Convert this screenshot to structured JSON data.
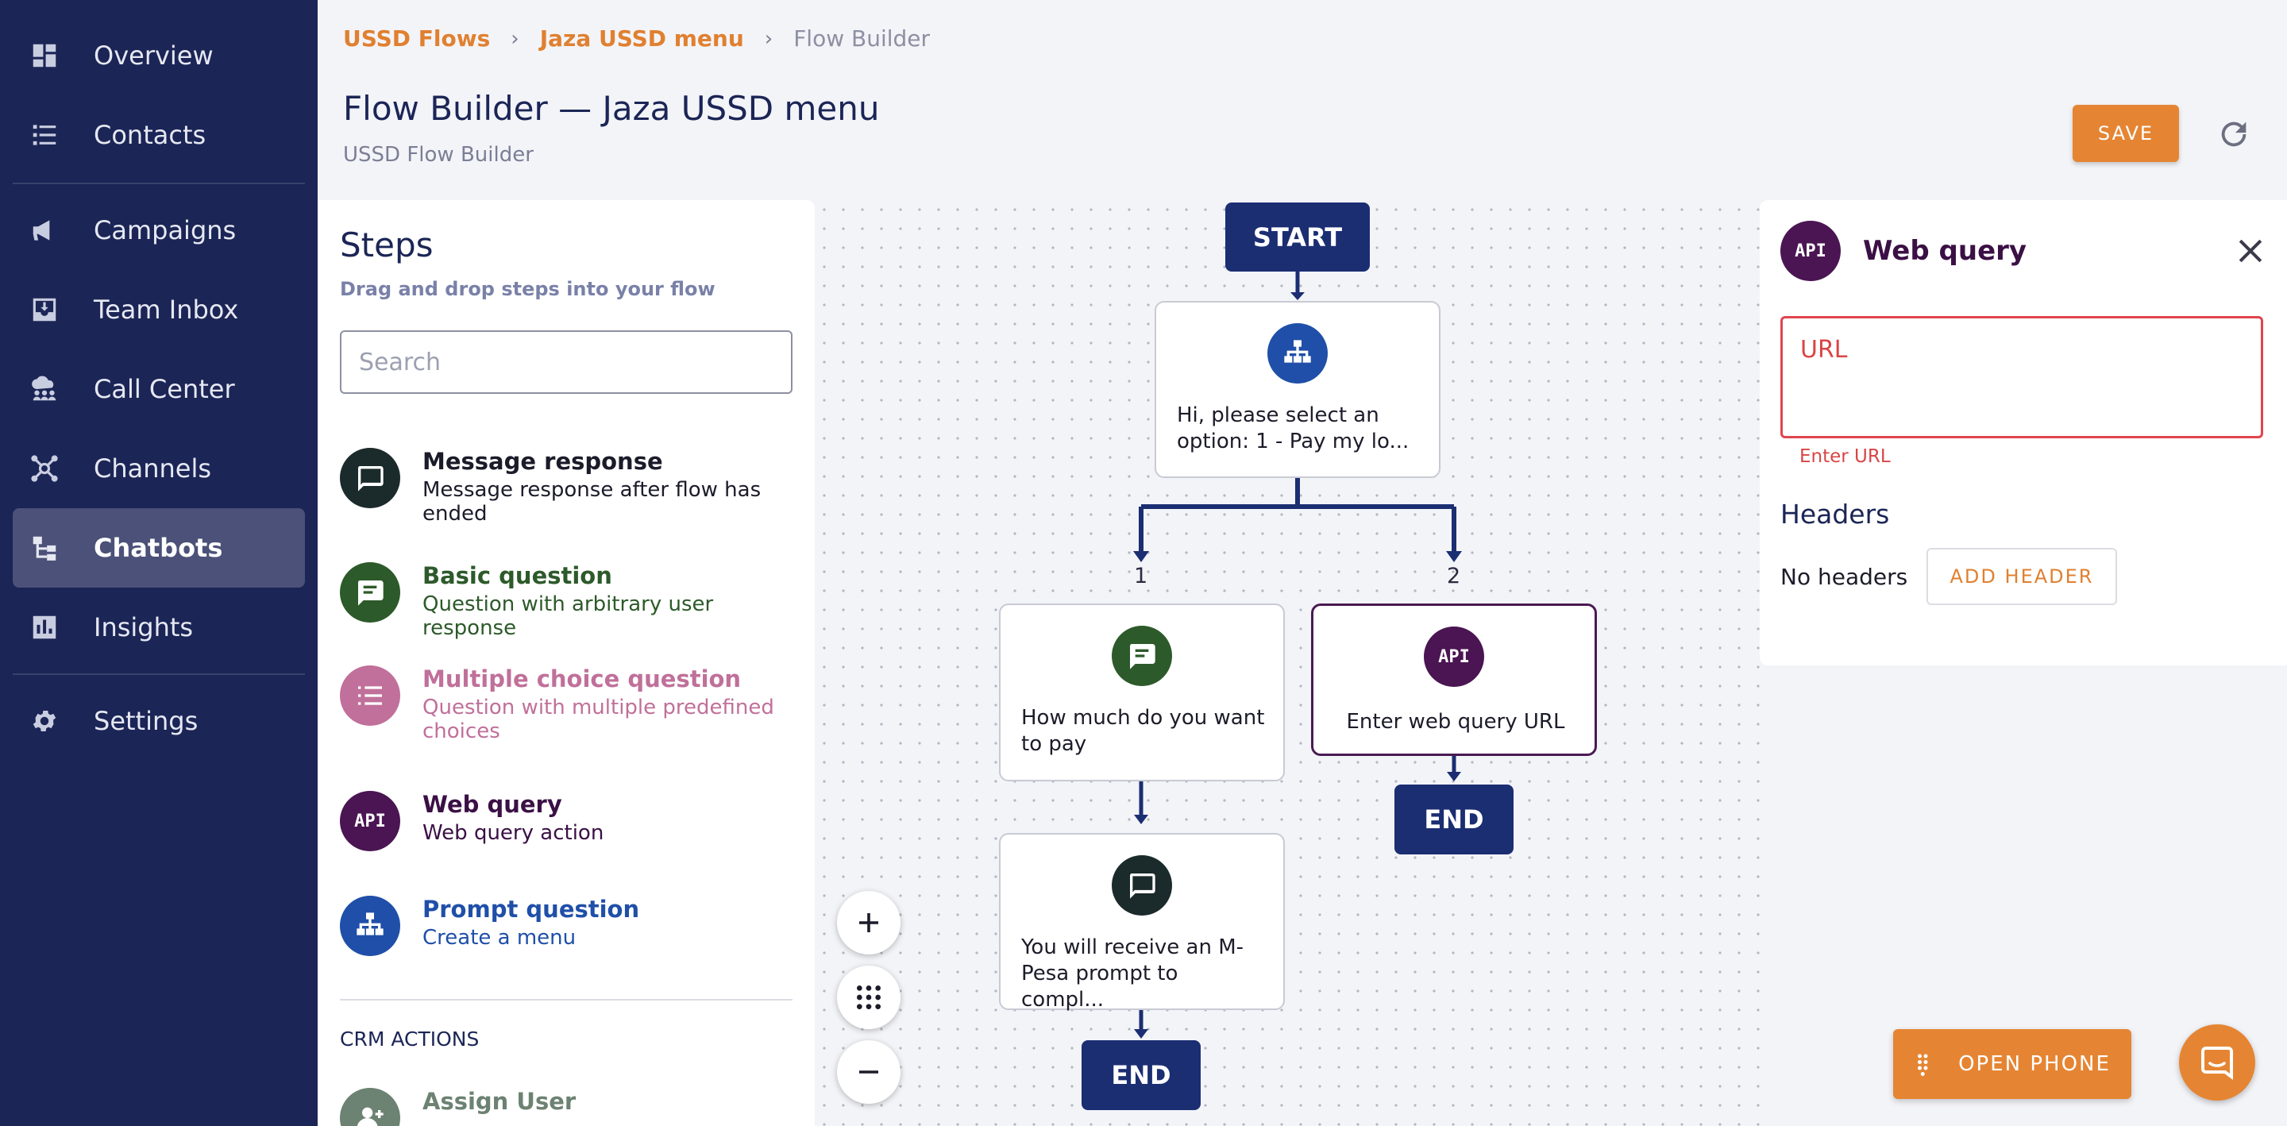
{
  "sidebar": {
    "items": [
      {
        "label": "Overview",
        "icon": "dashboard-icon"
      },
      {
        "label": "Contacts",
        "icon": "list-icon"
      },
      {
        "label": "Campaigns",
        "icon": "megaphone-icon"
      },
      {
        "label": "Team Inbox",
        "icon": "inbox-icon"
      },
      {
        "label": "Call Center",
        "icon": "cloud-users-icon"
      },
      {
        "label": "Channels",
        "icon": "hub-icon"
      },
      {
        "label": "Chatbots",
        "icon": "flow-icon",
        "active": true
      },
      {
        "label": "Insights",
        "icon": "bar-chart-icon"
      },
      {
        "label": "Settings",
        "icon": "gear-icon"
      }
    ]
  },
  "breadcrumb": {
    "items": [
      "USSD Flows",
      "Jaza USSD menu"
    ],
    "separator": "›",
    "current": "Flow Builder"
  },
  "header": {
    "title": "Flow Builder — Jaza USSD menu",
    "subtitle": "USSD Flow Builder",
    "save_label": "SAVE"
  },
  "steps": {
    "title": "Steps",
    "subtitle": "Drag and drop steps into your flow",
    "search_placeholder": "Search",
    "items": [
      {
        "title": "Message response",
        "desc": "Message response after flow has ended",
        "color": "#1b2a2a",
        "icon": "chat-bubble-icon"
      },
      {
        "title": "Basic question",
        "desc": "Question with arbitrary user response",
        "color": "#2d5a2a",
        "icon": "message-icon"
      },
      {
        "title": "Multiple choice question",
        "desc": "Question with multiple predefined choices",
        "color": "#c0709a",
        "icon": "list-icon"
      },
      {
        "title": "Web query",
        "desc": "Web query action",
        "color": "#4a1552",
        "icon": "api-icon",
        "badge": "API"
      },
      {
        "title": "Prompt question",
        "desc": "Create a menu",
        "color": "#1f4fa8",
        "icon": "sitemap-icon"
      }
    ],
    "crm_label": "CRM ACTIONS",
    "crm_items": [
      {
        "title": "Assign User",
        "color": "#6c8272",
        "icon": "user-add-icon"
      }
    ]
  },
  "flow": {
    "start": "START",
    "prompt_node": {
      "text": "Hi, please select an option: 1 - Pay my lo..."
    },
    "branches": [
      "1",
      "2"
    ],
    "question_node": {
      "text": "How much do you want to pay"
    },
    "web_node": {
      "text": "Enter web query URL",
      "badge": "API"
    },
    "message_node": {
      "text": "You will receive an M-Pesa prompt to compl..."
    },
    "end_label": "END"
  },
  "zoom": {
    "in": "+",
    "out": "−"
  },
  "panel": {
    "title": "Web query",
    "badge": "API",
    "url_label": "URL",
    "url_value": "",
    "url_help": "Enter URL",
    "headers_title": "Headers",
    "no_headers": "No headers",
    "add_header": "ADD HEADER"
  },
  "phone": {
    "label": "OPEN PHONE"
  },
  "colors": {
    "sidebar_bg": "#1b2556",
    "accent": "#e58533",
    "node_dark": "#1b2e72",
    "error": "#e0454f"
  }
}
